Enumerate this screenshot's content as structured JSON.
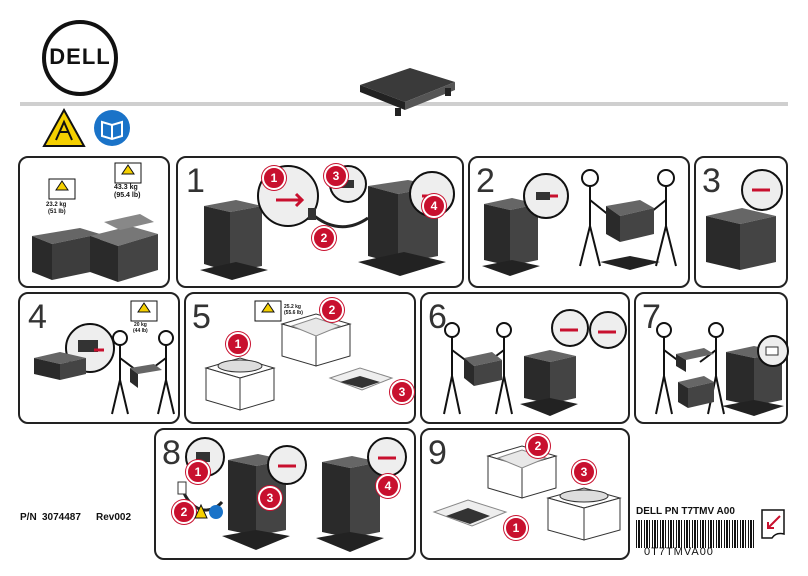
{
  "brand": {
    "logo_text": "DELL"
  },
  "weights": {
    "heavy_weight": "43.3 kg",
    "heavy_weight_lb": "(95.4 lb)",
    "light_weight": "23.2 kg",
    "light_weight_lb": "(51 lb)",
    "step4_weight": "20 kg",
    "step4_weight_lb": "(44 lb)",
    "step5_weight": "25.2 kg",
    "step5_weight_lb": "(55.6 lb)"
  },
  "steps": [
    {
      "number": "1"
    },
    {
      "number": "2"
    },
    {
      "number": "3"
    },
    {
      "number": "4"
    },
    {
      "number": "5"
    },
    {
      "number": "6"
    },
    {
      "number": "7"
    },
    {
      "number": "8"
    },
    {
      "number": "9"
    }
  ],
  "callouts": {
    "one": "1",
    "two": "2",
    "three": "3",
    "four": "4"
  },
  "footer": {
    "part_number_label": "P/N",
    "part_number": "3074487",
    "revision": "Rev002",
    "dell_pn": "DELL PN T7TMV A00",
    "barcode_text": "0T7TMVA00"
  },
  "colors": {
    "accent_red": "#c8102e",
    "warning_yellow": "#f5d000",
    "info_blue": "#1a73c8",
    "rule_gray": "#cccccc"
  }
}
